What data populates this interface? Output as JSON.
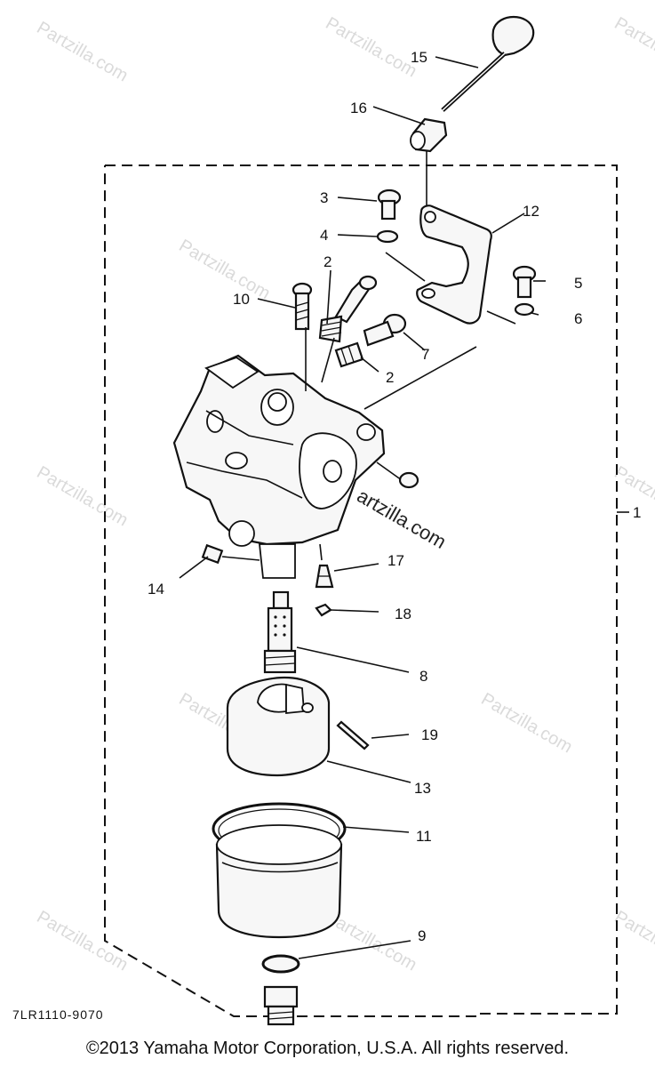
{
  "watermarks": [
    "Partzilla.com",
    "Partzilla.com",
    "Partzilla.com",
    "Partzilla.com",
    "Partzilla.com",
    "Partzilla.com",
    "Partzilla.com",
    "Partzilla.com",
    "Partzilla.com",
    "Partzilla.com",
    "Partzilla.com"
  ],
  "center_watermark": "artzilla.com",
  "callouts": {
    "c1": "1",
    "c2a": "2",
    "c2b": "2",
    "c3": "3",
    "c4": "4",
    "c5": "5",
    "c6": "6",
    "c7": "7",
    "c8": "8",
    "c9": "9",
    "c10": "10",
    "c11": "11",
    "c12": "12",
    "c13": "13",
    "c14": "14",
    "c15": "15",
    "c16": "16",
    "c17": "17",
    "c18": "18",
    "c19": "19"
  },
  "drawing_code": "7LR1110-9070",
  "copyright": "©2013 Yamaha Motor Corporation, U.S.A. All rights reserved."
}
